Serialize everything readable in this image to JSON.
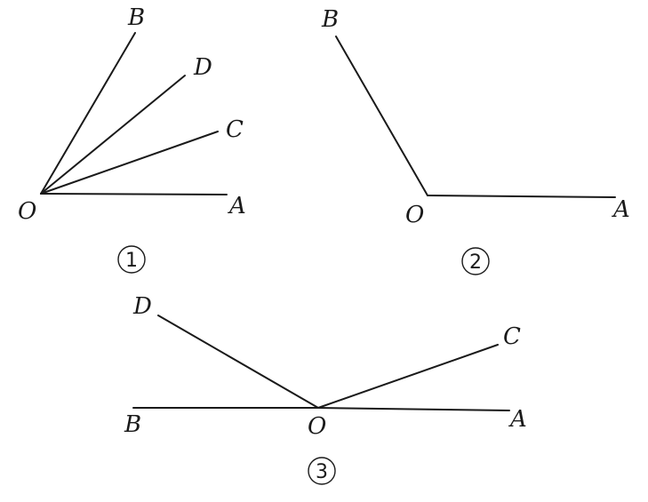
{
  "figure1": {
    "labels": {
      "B": "B",
      "D": "D",
      "C": "C",
      "O": "O",
      "A": "A"
    },
    "caption": "1"
  },
  "figure2": {
    "labels": {
      "B": "B",
      "O": "O",
      "A": "A"
    },
    "caption": "2"
  },
  "figure3": {
    "labels": {
      "D": "D",
      "C": "C",
      "B": "B",
      "O": "O",
      "A": "A"
    },
    "caption": "3"
  }
}
